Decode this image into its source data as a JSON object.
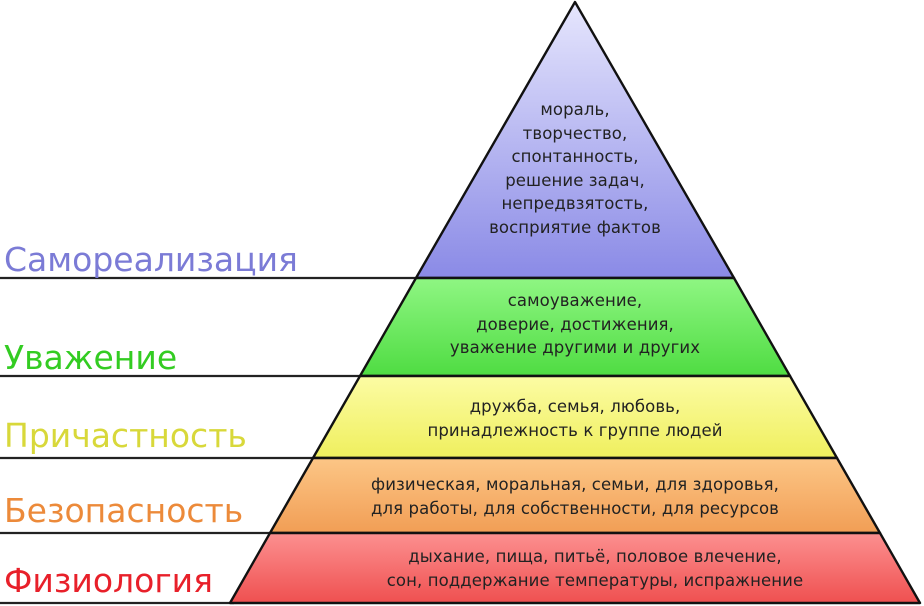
{
  "diagram": {
    "type": "pyramid",
    "levels": [
      {
        "name": "Самореализация",
        "label_color": "#7b7bd6",
        "fill_top": "#d4d4fb",
        "fill_bottom": "#8f8fe8",
        "lines": [
          "мораль,",
          "творчество,",
          "спонтанность,",
          "решение задач,",
          "непредвзятость,",
          "восприятие фактов"
        ]
      },
      {
        "name": "Уважение",
        "label_color": "#33cc22",
        "fill_top": "#8af57c",
        "fill_bottom": "#55e048",
        "lines": [
          "самоуважение,",
          "доверие, достижения,",
          "уважение другими и других"
        ]
      },
      {
        "name": "Причастность",
        "label_color": "#d8d83a",
        "fill_top": "#fbfb9a",
        "fill_bottom": "#f2f266",
        "lines": [
          "дружба, семья, любовь,",
          "принадлежность к группе людей"
        ]
      },
      {
        "name": "Безопасность",
        "label_color": "#ec8a3a",
        "fill_top": "#fbc07e",
        "fill_bottom": "#f3a25a",
        "lines": [
          "физическая, моральная, семьи, для здоровья,",
          "для работы, для собственности, для ресурсов"
        ]
      },
      {
        "name": "Физиология",
        "label_color": "#e8202a",
        "fill_top": "#fb8a8a",
        "fill_bottom": "#f25656",
        "lines": [
          "дыхание, пища, питьё, половое влечение,",
          "сон, поддержание температуры, испражнение"
        ]
      }
    ]
  }
}
